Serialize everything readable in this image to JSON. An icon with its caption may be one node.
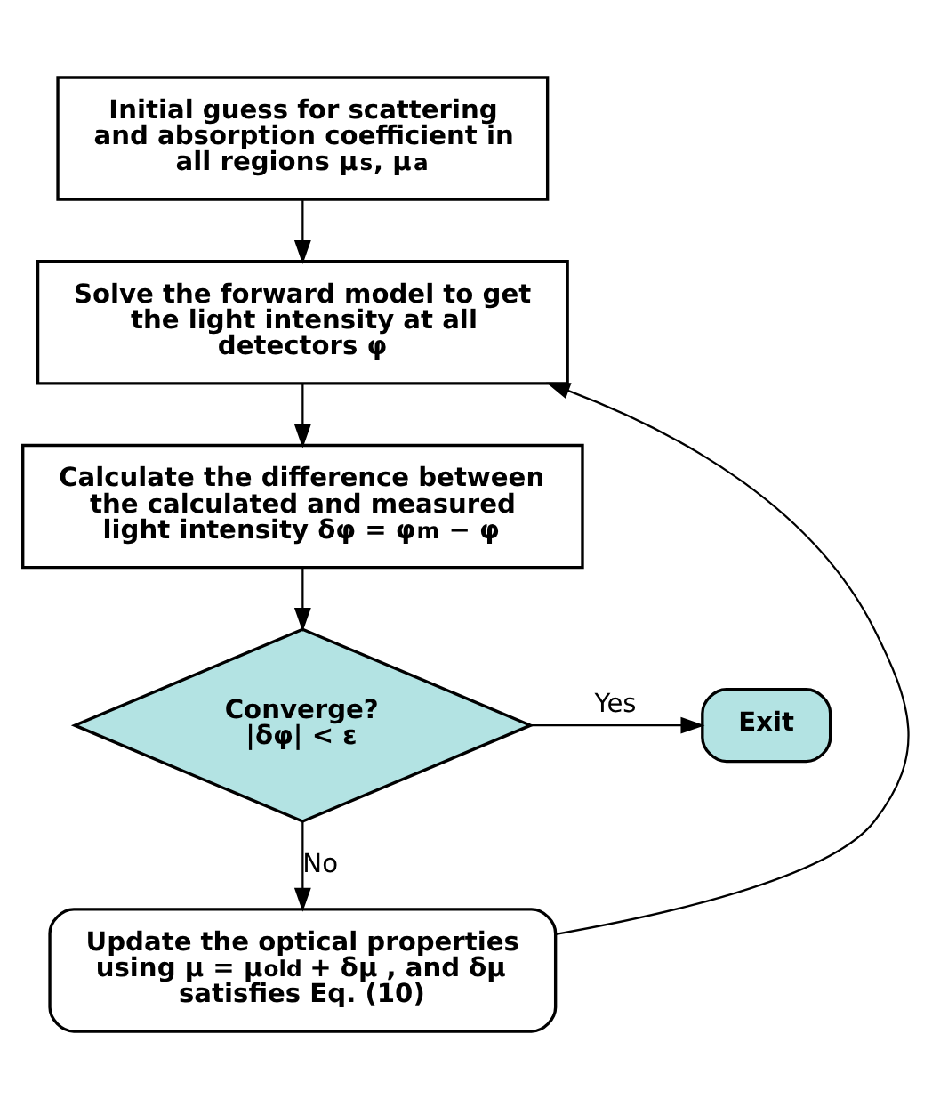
{
  "diagram": {
    "nodes": [
      {
        "text": [
          "Initial guess for scattering and absorption coefficient in all regions μ$_{s}$, μ$_{a}$"
        ]
      },
      {
        "text": [
          "Solve the forward model to get the light intensity at all detectors φ"
        ]
      },
      {
        "text": [
          "Calculate the difference between the calculated and measured light intensity δφ = φ$_{m}$ − φ"
        ]
      },
      {
        "text": [
          "Converge?",
          "|δφ| < ε"
        ]
      },
      {
        "text": [
          "Exit"
        ]
      },
      {
        "text": [
          "Update the optical properties using μ = μ$_{old}$ + δμ , and δμ satisfies Eq. (10)"
        ]
      }
    ],
    "edges": [
      {
        "from": 0,
        "to": 1,
        "arrow": "to"
      },
      {
        "from": 1,
        "to": 2,
        "arrow": "to"
      },
      {
        "from": 2,
        "to": 3,
        "arrow": "to"
      },
      {
        "from": 3,
        "to": 4,
        "arrow": "to",
        "label": "Yes"
      },
      {
        "from": 3,
        "to": 5,
        "arrow": "to",
        "label": "No"
      },
      {
        "from": 5,
        "to": 1,
        "arrow": "to"
      }
    ]
  }
}
